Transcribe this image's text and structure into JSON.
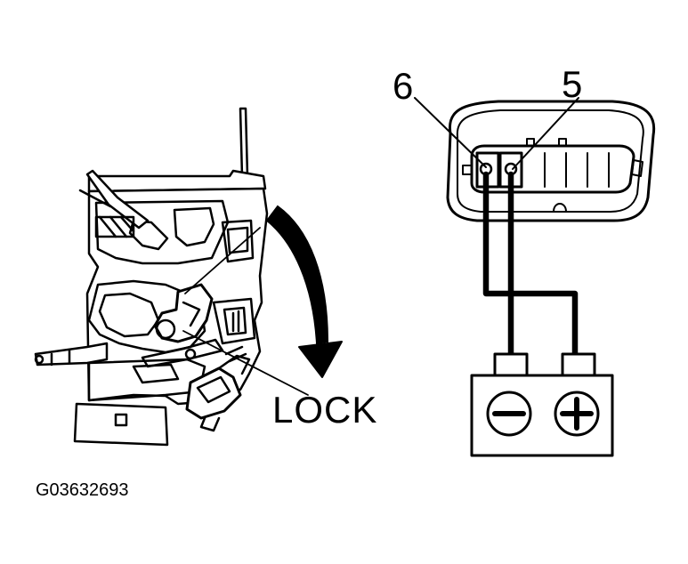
{
  "labels": {
    "terminal_6": "6",
    "terminal_5": "5",
    "lock_direction": "LOCK",
    "figure_id": "G03632693"
  },
  "battery": {
    "negative_symbol": "minus",
    "positive_symbol": "plus"
  },
  "icons": {
    "lock_arrow": "curved-arrow-down-icon",
    "battery": "battery-icon",
    "connector": "connector-icon",
    "door_lock": "door-lock-actuator-icon"
  },
  "colors": {
    "ink": "#000000",
    "paper": "#ffffff"
  }
}
